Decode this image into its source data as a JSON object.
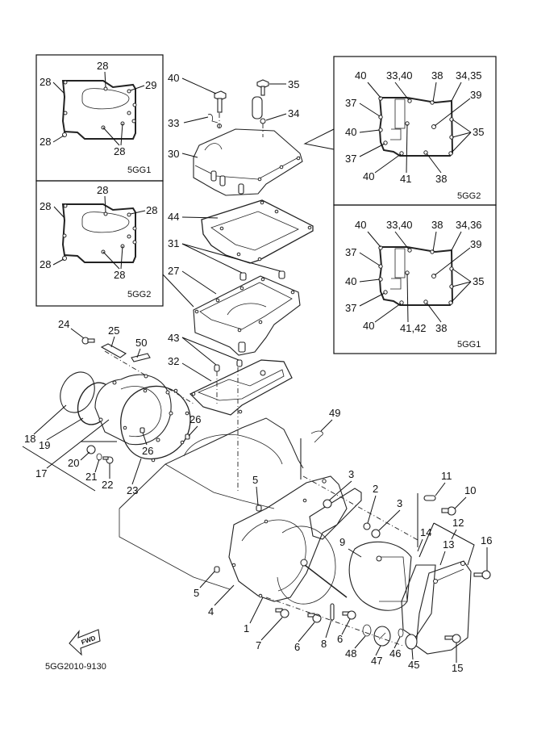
{
  "diagram": {
    "title": "Crankcase Cover (Exploded Parts Diagram)",
    "part_code": "5GG2010-9130",
    "forward_marker": "FWD",
    "insets": [
      {
        "id": "inset-top-left",
        "variant": "5GG1",
        "labels": [
          "28",
          "28",
          "29",
          "28",
          "28"
        ]
      },
      {
        "id": "inset-mid-left",
        "variant": "5GG2",
        "labels": [
          "28",
          "28",
          "28",
          "28",
          "28"
        ]
      },
      {
        "id": "inset-top-right",
        "variant": "5GG2",
        "labels": [
          "40",
          "33,40",
          "38",
          "34,35",
          "37",
          "39",
          "40",
          "35",
          "37",
          "40",
          "41",
          "38"
        ]
      },
      {
        "id": "inset-mid-right",
        "variant": "5GG1",
        "labels": [
          "40",
          "33,40",
          "38",
          "34,36",
          "37",
          "39",
          "40",
          "35",
          "37",
          "40",
          "41,42",
          "38"
        ]
      }
    ],
    "callouts": {
      "c40": "40",
      "c35": "35",
      "c33": "33",
      "c34": "34",
      "c30": "30",
      "c44": "44",
      "c31": "31",
      "c27": "27",
      "c43": "43",
      "c32": "32",
      "c24": "24",
      "c25": "25",
      "c50": "50",
      "c18": "18",
      "c19": "19",
      "c17": "17",
      "c20": "20",
      "c21": "21",
      "c22": "22",
      "c23": "23",
      "c26a": "26",
      "c26b": "26",
      "c49": "49",
      "c5a": "5",
      "c5b": "5",
      "c4": "4",
      "c1": "1",
      "c7": "7",
      "c6a": "6",
      "c6b": "6",
      "c8": "8",
      "c48": "48",
      "c47": "47",
      "c46": "46",
      "c45": "45",
      "c15": "15",
      "c16": "16",
      "c3a": "3",
      "c3b": "3",
      "c2": "2",
      "c9": "9",
      "c11": "11",
      "c10": "10",
      "c12": "12",
      "c13": "13",
      "c14": "14"
    }
  }
}
